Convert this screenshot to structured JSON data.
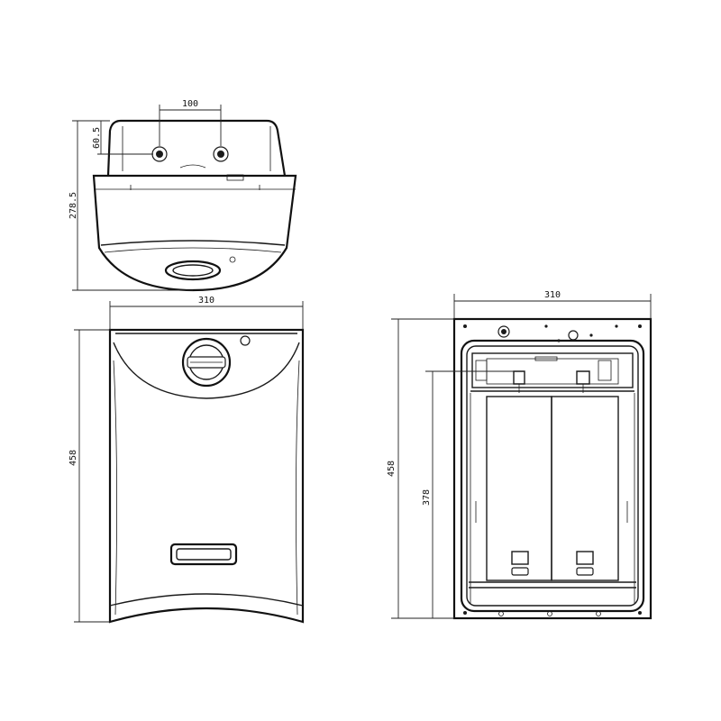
{
  "dimensions": {
    "top_pipe_spacing": "100",
    "top_pipe_offset": "60.5",
    "top_depth": "278.5",
    "front_width": "310",
    "front_height": "458",
    "back_width": "310",
    "back_height": "458",
    "back_mount_height": "378"
  }
}
